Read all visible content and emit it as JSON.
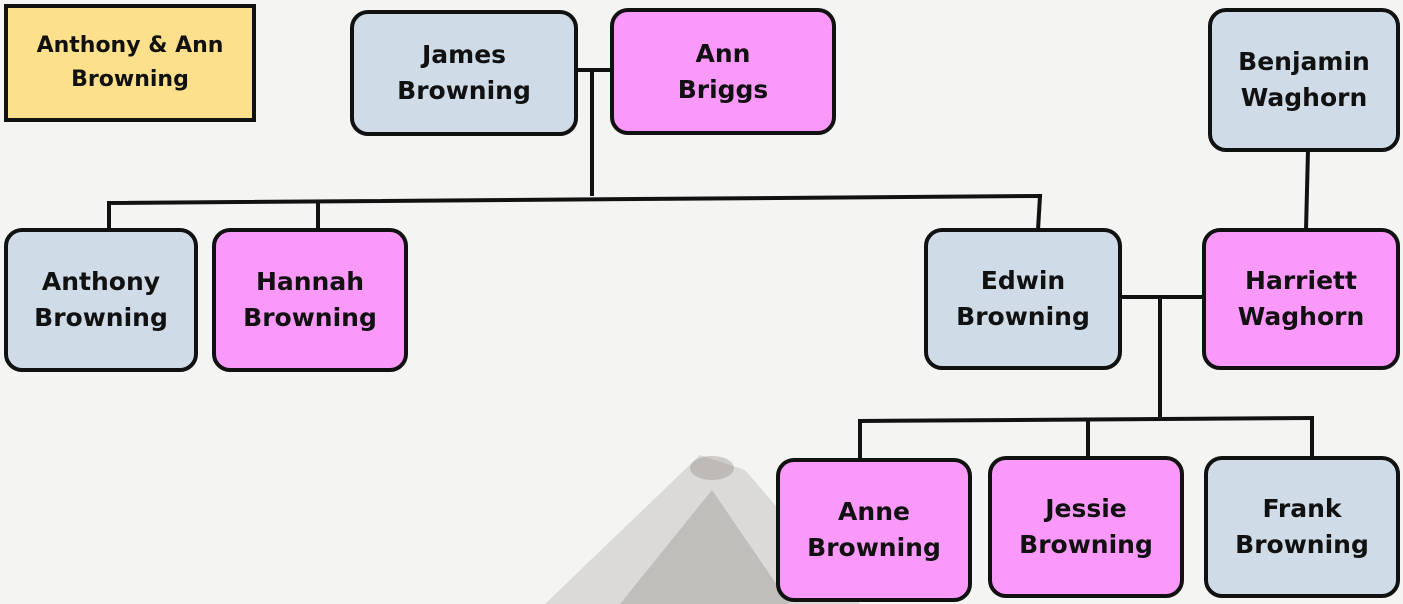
{
  "title": {
    "line1": "Anthony & Ann",
    "line2": "Browning"
  },
  "people": {
    "james_browning": {
      "first": "James",
      "last": "Browning"
    },
    "ann_briggs": {
      "first": "Ann",
      "last": "Briggs"
    },
    "benjamin_waghorn": {
      "first": "Benjamin",
      "last": "Waghorn"
    },
    "anthony_browning": {
      "first": "Anthony",
      "last": "Browning"
    },
    "hannah_browning": {
      "first": "Hannah",
      "last": "Browning"
    },
    "edwin_browning": {
      "first": "Edwin",
      "last": "Browning"
    },
    "harriett_waghorn": {
      "first": "Harriett",
      "last": "Waghorn"
    },
    "anne_browning": {
      "first": "Anne",
      "last": "Browning"
    },
    "jessie_browning": {
      "first": "Jessie",
      "last": "Browning"
    },
    "frank_browning": {
      "first": "Frank",
      "last": "Browning"
    }
  },
  "colors": {
    "male": "#cfdce8",
    "female": "#fb99fb",
    "title": "#fde08b",
    "line": "#111111"
  }
}
